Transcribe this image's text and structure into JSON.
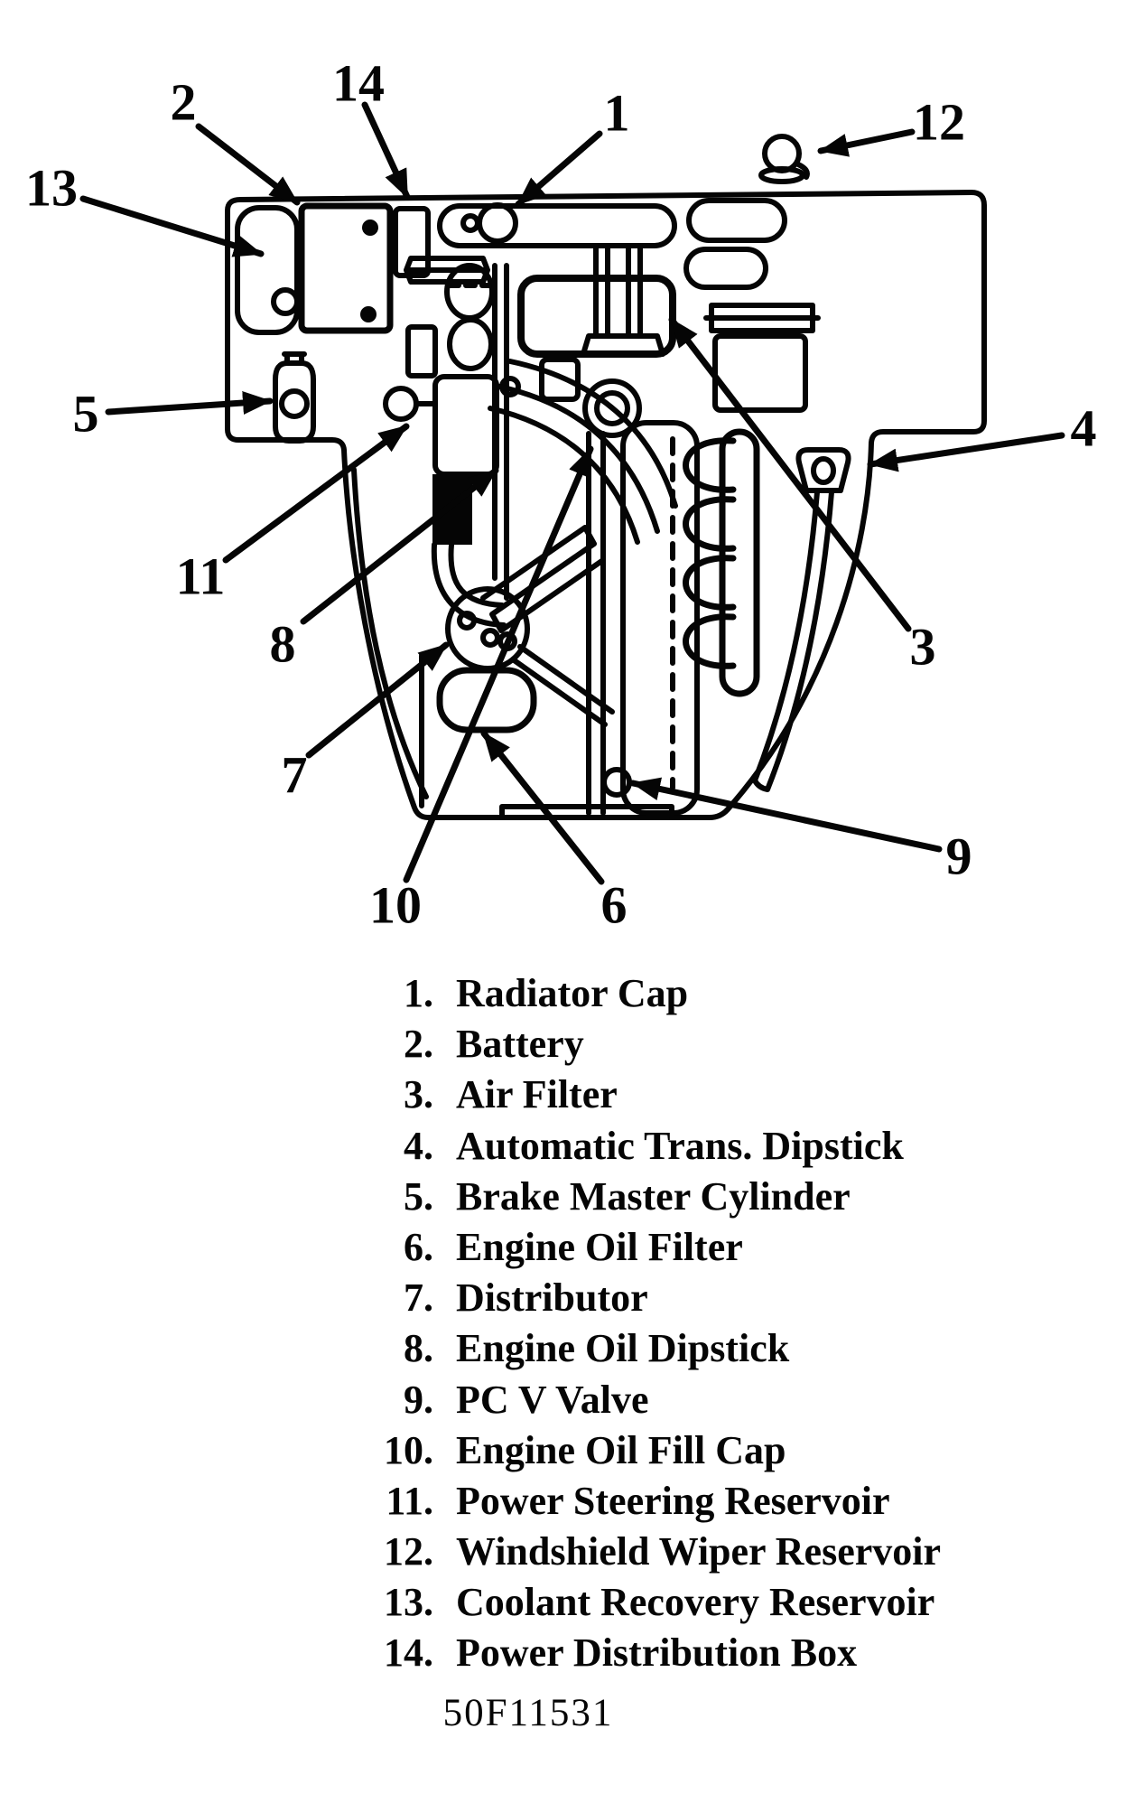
{
  "page": {
    "paper_color": "#ffffff",
    "ink_color": "#050505"
  },
  "figure_code": "50F11531",
  "diagram": {
    "type": "engine-compartment-parts-diagram",
    "callouts": [
      "1",
      "2",
      "3",
      "4",
      "5",
      "6",
      "7",
      "8",
      "9",
      "10",
      "11",
      "12",
      "13",
      "14"
    ]
  },
  "legend": {
    "items": [
      {
        "num": "1.",
        "label": "Radiator Cap"
      },
      {
        "num": "2.",
        "label": "Battery"
      },
      {
        "num": "3.",
        "label": "Air Filter"
      },
      {
        "num": "4.",
        "label": "Automatic Trans. Dipstick"
      },
      {
        "num": "5.",
        "label": "Brake Master Cylinder"
      },
      {
        "num": "6.",
        "label": "Engine Oil Filter"
      },
      {
        "num": "7.",
        "label": "Distributor"
      },
      {
        "num": "8.",
        "label": "Engine Oil Dipstick"
      },
      {
        "num": "9.",
        "label": "PC V Valve"
      },
      {
        "num": "10.",
        "label": "Engine Oil Fill Cap"
      },
      {
        "num": "11.",
        "label": "Power Steering Reservoir"
      },
      {
        "num": "12.",
        "label": "Windshield Wiper Reservoir"
      },
      {
        "num": "13.",
        "label": "Coolant Recovery Reservoir"
      },
      {
        "num": "14.",
        "label": "Power Distribution Box"
      }
    ]
  }
}
